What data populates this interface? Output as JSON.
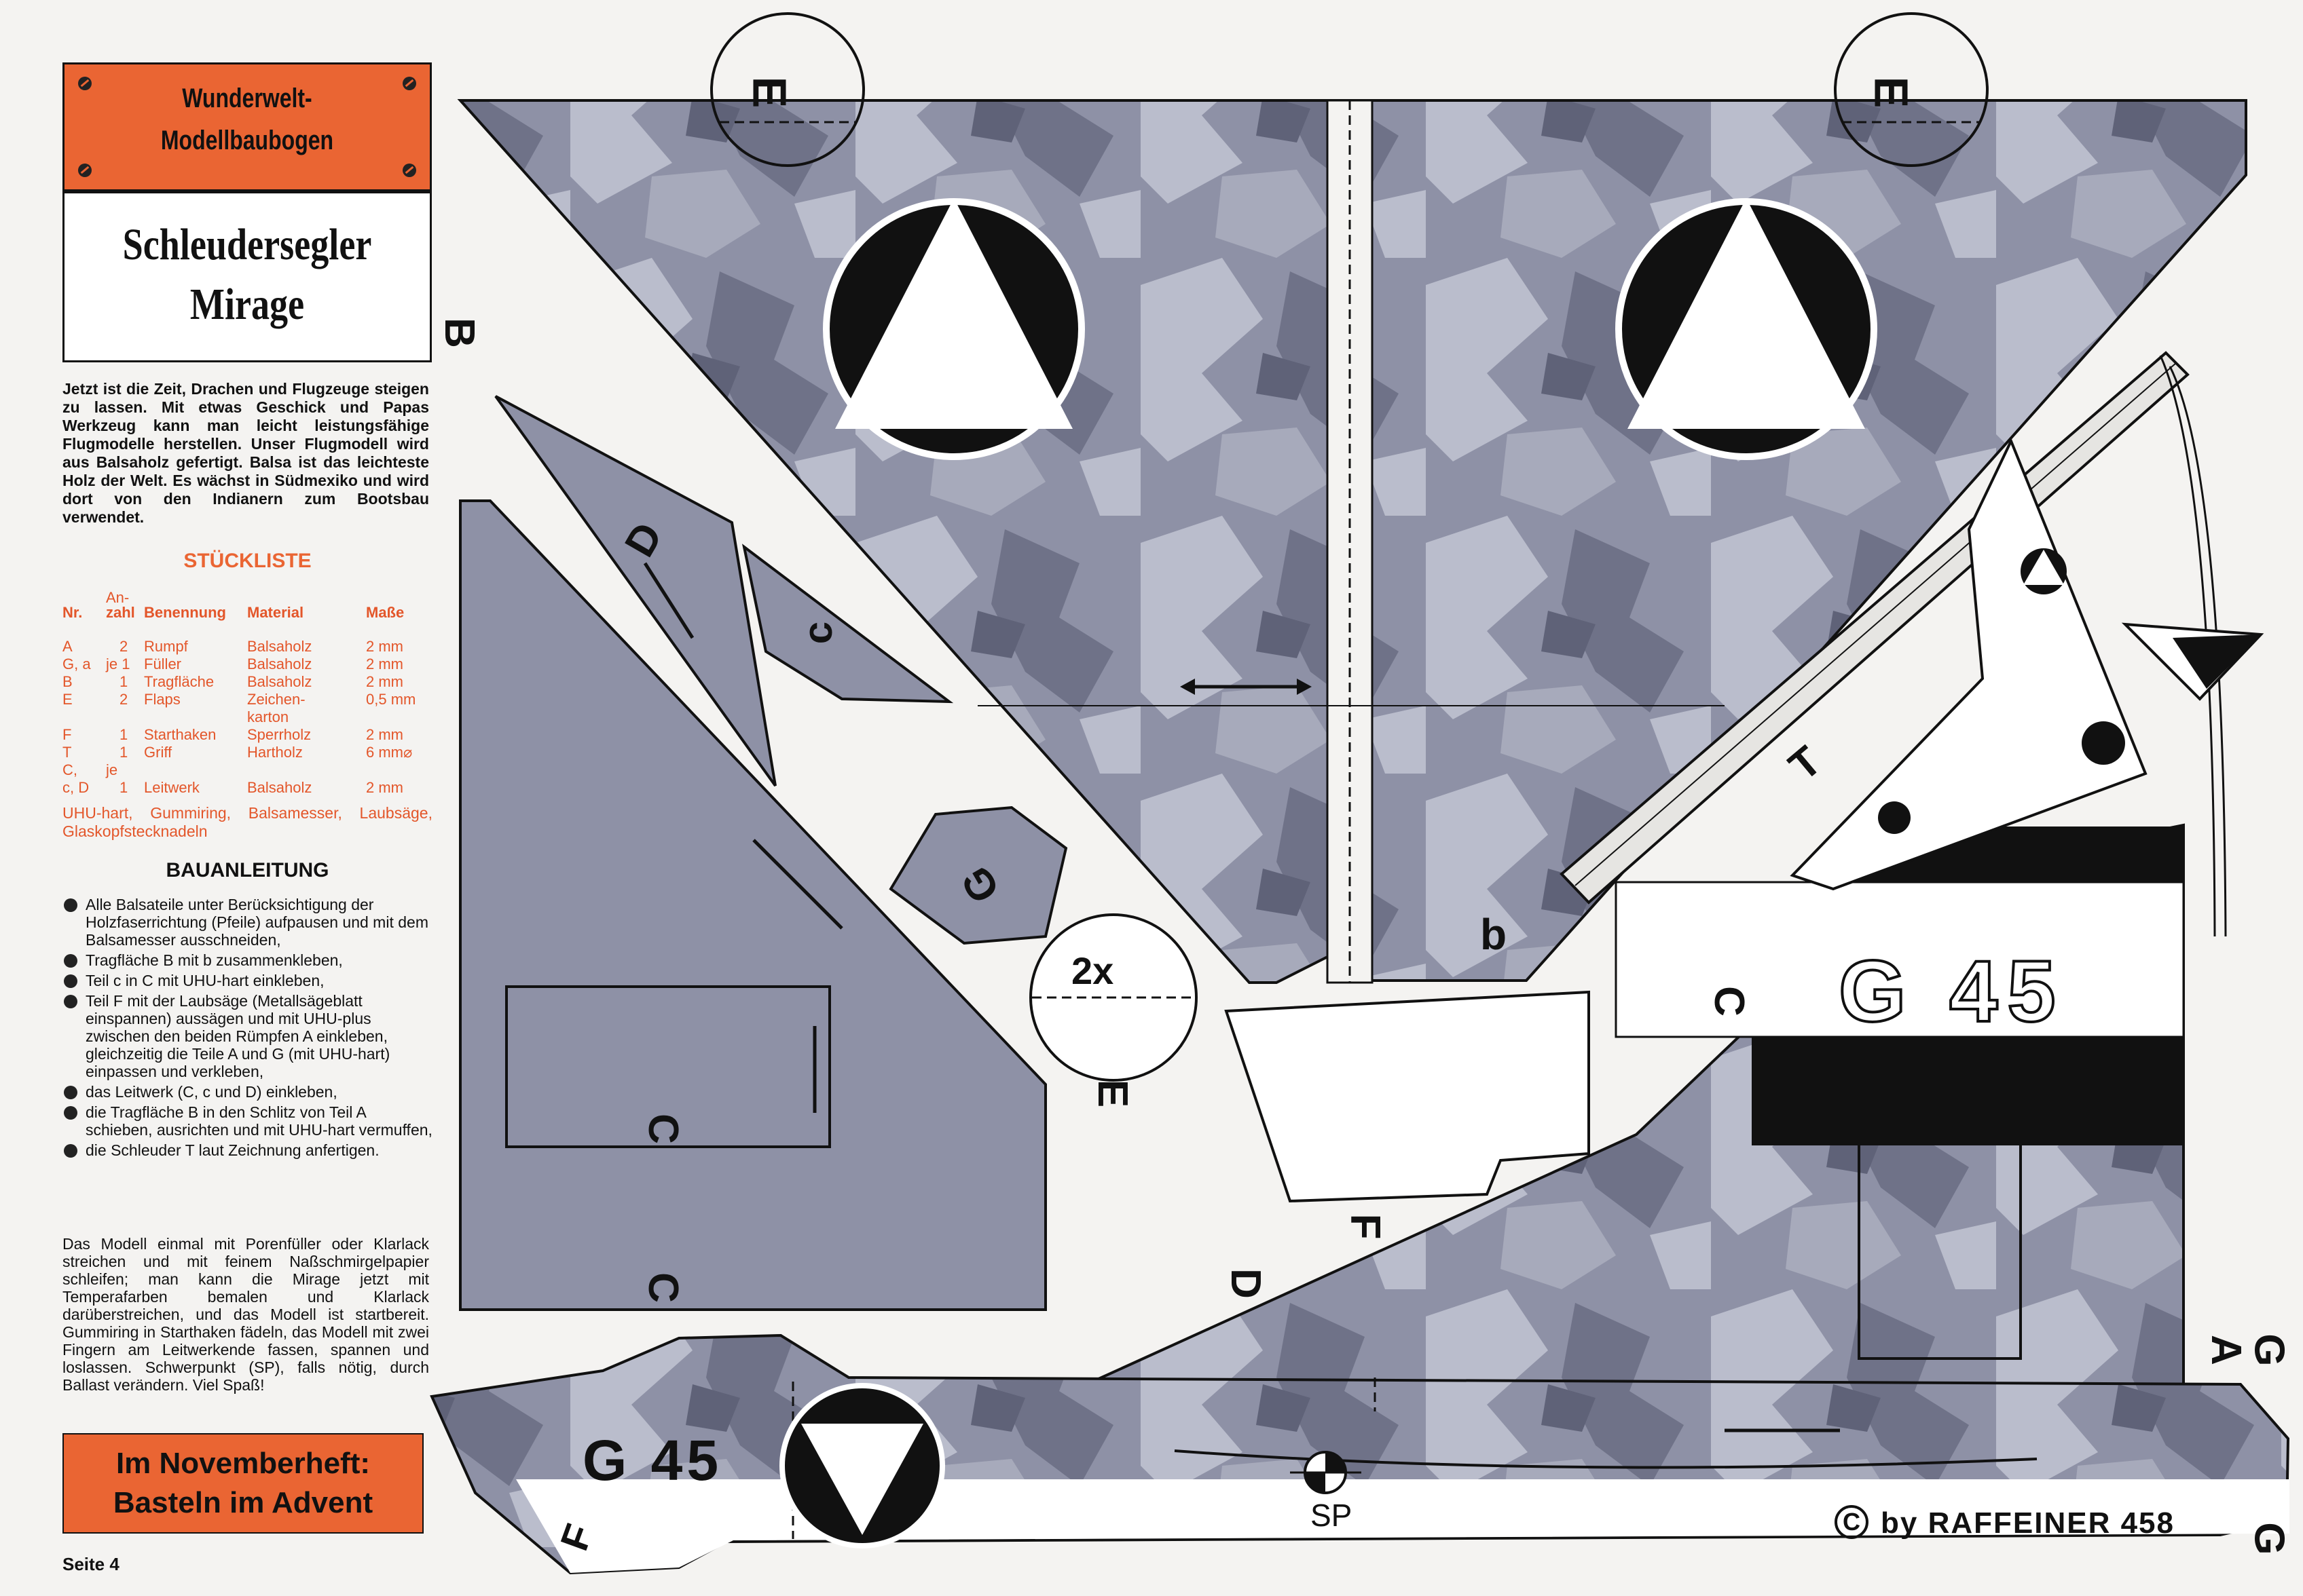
{
  "banner": {
    "line1": "Wunderwelt-",
    "line2": "Modellbaubogen"
  },
  "title": {
    "line1": "Schleudersegler",
    "line2": "Mirage"
  },
  "intro": "Jetzt ist die Zeit, Drachen und Flugzeuge steigen zu lassen. Mit etwas Geschick und Papas Werkzeug kann man leicht leistungsfähige Flugmodelle herstellen. Unser Flugmodell wird aus Balsaholz gefertigt. Balsa ist das leichteste Holz der Welt. Es wächst in Südmexiko und wird dort von den Indianern zum Bootsbau verwendet.",
  "parts_heading": "STÜCKLISTE",
  "parts_header": {
    "nr": "Nr.",
    "an": "An-",
    "anzahl": "zahl",
    "benennung": "Benennung",
    "material": "Material",
    "masse": "Maße"
  },
  "parts": [
    {
      "nr": "A",
      "anzahl": "2",
      "benennung": "Rumpf",
      "material": "Balsaholz",
      "masse": "2 mm"
    },
    {
      "nr": "G, a",
      "anzahl": "je 1",
      "benennung": "Füller",
      "material": "Balsaholz",
      "masse": "2 mm"
    },
    {
      "nr": "B",
      "anzahl": "1",
      "benennung": "Tragfläche",
      "material": "Balsaholz",
      "masse": "2 mm"
    },
    {
      "nr": "E",
      "anzahl": "2",
      "benennung": "Flaps",
      "material": "Zeichen-",
      "masse": "0,5 mm"
    },
    {
      "nr": "",
      "anzahl": "",
      "benennung": "",
      "material": "karton",
      "masse": ""
    },
    {
      "nr": "F",
      "anzahl": "1",
      "benennung": "Starthaken",
      "material": "Sperrholz",
      "masse": "2 mm"
    },
    {
      "nr": "T",
      "anzahl": "1",
      "benennung": "Griff",
      "material": "Hartholz",
      "masse": "6 mm⌀"
    },
    {
      "nr": "C,",
      "anzahl": "je",
      "benennung": "",
      "material": "",
      "masse": ""
    },
    {
      "nr": "c, D",
      "anzahl": "1",
      "benennung": "Leitwerk",
      "material": "Balsaholz",
      "masse": "2 mm"
    }
  ],
  "parts_extra": "UHU-hart, Gummiring, Balsamesser, Laubsäge, Glaskopfstecknadeln",
  "steps_heading": "BAUANLEITUNG",
  "steps": [
    "Alle Balsateile unter Berücksichtigung der Holzfaserrichtung (Pfeile) aufpausen und mit dem Balsamesser ausschneiden,",
    "Tragfläche B mit b zusammenkleben,",
    "Teil c in C mit UHU-hart einkleben,",
    "Teil F mit der Laubsäge (Metallsägeblatt einspannen) aussägen und mit UHU-plus zwischen den beiden Rümpfen A einkleben, gleichzeitig die Teile A und G (mit UHU-hart) einpassen und verkleben,",
    "das Leitwerk (C, c und D) einkleben,",
    "die Tragfläche B in den Schlitz von Teil A schieben, ausrichten und mit UHU-hart vermuffen,",
    "die Schleuder T laut Zeichnung anfertigen."
  ],
  "closing": "Das Modell einmal mit Porenfüller oder Klarlack streichen und mit feinem Naßschmirgelpapier schleifen; man kann die Mirage jetzt mit Temperafarben bemalen und Klarlack darüberstreichen, und das Modell ist startbereit. Gummiring in Starthaken fädeln, das Modell mit zwei Fingern am Leitwerkende fassen, spannen und loslassen. Schwerpunkt (SP), falls nötig, durch Ballast verändern. Viel Spaß!",
  "next_issue": {
    "line1": "Im Novemberheft:",
    "line2": "Basteln im Advent"
  },
  "page_number": "Seite 4",
  "plan_labels": {
    "E": "E",
    "B": "B",
    "D": "D",
    "c": "c",
    "G": "G",
    "C": "C",
    "b": "b",
    "F": "F",
    "T": "T",
    "A": "A",
    "two_x": "2x",
    "sp": "SP",
    "code": "G 45",
    "copyright": "by RAFFEINER 458",
    "copyright_symbol": "C"
  },
  "colors": {
    "orange": "#ea6533",
    "camo_light": "#b9bccd",
    "camo_mid": "#8c8fa4",
    "camo_dark": "#6e7187",
    "black": "#111111"
  }
}
